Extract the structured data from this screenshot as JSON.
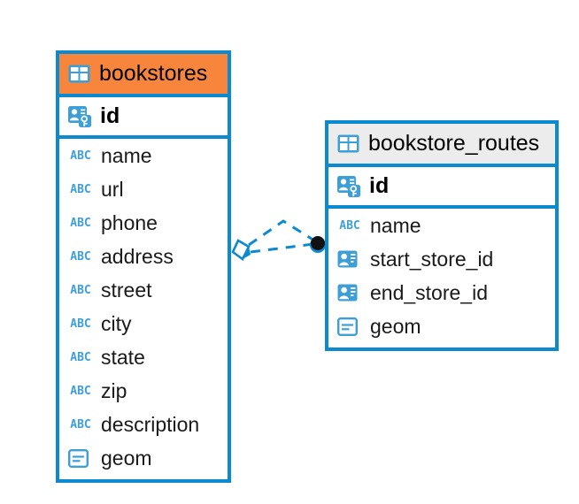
{
  "diagram": {
    "background_color": "#ffffff",
    "accent_color": "#0b8ad0",
    "highlight_color": "#f8853c",
    "header_plain_color": "#ececec",
    "type": "entity-relationship-diagram"
  },
  "entities": [
    {
      "name": "bookstores",
      "header_style": "accent",
      "table_icon": "table-icon",
      "primary_key": {
        "label": "id",
        "icon": "primary-key-icon"
      },
      "fields": [
        {
          "label": "name",
          "icon": "abc-text-icon",
          "type": "text"
        },
        {
          "label": "url",
          "icon": "abc-text-icon",
          "type": "text"
        },
        {
          "label": "phone",
          "icon": "abc-text-icon",
          "type": "text"
        },
        {
          "label": "address",
          "icon": "abc-text-icon",
          "type": "text"
        },
        {
          "label": "street",
          "icon": "abc-text-icon",
          "type": "text"
        },
        {
          "label": "city",
          "icon": "abc-text-icon",
          "type": "text"
        },
        {
          "label": "state",
          "icon": "abc-text-icon",
          "type": "text"
        },
        {
          "label": "zip",
          "icon": "abc-text-icon",
          "type": "text"
        },
        {
          "label": "description",
          "icon": "abc-text-icon",
          "type": "text"
        },
        {
          "label": "geom",
          "icon": "geometry-icon",
          "type": "geometry"
        }
      ]
    },
    {
      "name": "bookstore_routes",
      "header_style": "plain",
      "table_icon": "table-icon",
      "primary_key": {
        "label": "id",
        "icon": "primary-key-icon"
      },
      "fields": [
        {
          "label": "name",
          "icon": "abc-text-icon",
          "type": "text"
        },
        {
          "label": "start_store_id",
          "icon": "foreign-key-icon",
          "type": "reference"
        },
        {
          "label": "end_store_id",
          "icon": "foreign-key-icon",
          "type": "reference"
        },
        {
          "label": "geom",
          "icon": "geometry-icon",
          "type": "geometry"
        }
      ]
    }
  ],
  "relationship": {
    "style": "dashed",
    "color": "#0b8ad0",
    "source_endpoint": "diamond-marker",
    "target_endpoint": "filled-circle-marker",
    "branch_count": 2
  },
  "icon_glyphs": {
    "abc-text-icon": "ABC"
  }
}
